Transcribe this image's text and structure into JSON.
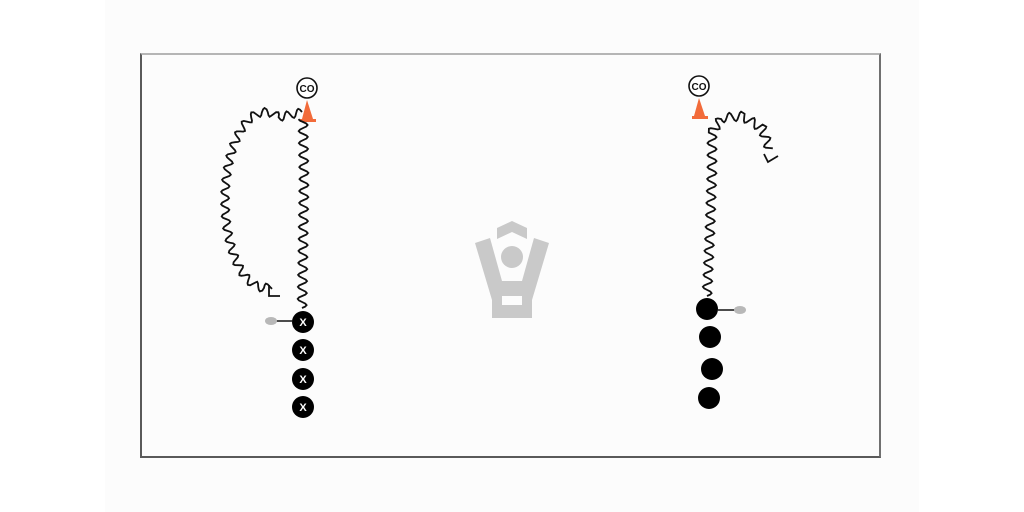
{
  "coach_label": "CO",
  "player_label": "X",
  "colors": {
    "cone": "#f26b3a",
    "player": "#000000",
    "path": "#111111",
    "stick": "#b8b8b8",
    "watermark": "#c9c9c9",
    "border": "#5a5a5a"
  },
  "icons": [
    "cone-icon",
    "coach-icon",
    "lacrosse-stick-icon",
    "watermark-logo"
  ]
}
